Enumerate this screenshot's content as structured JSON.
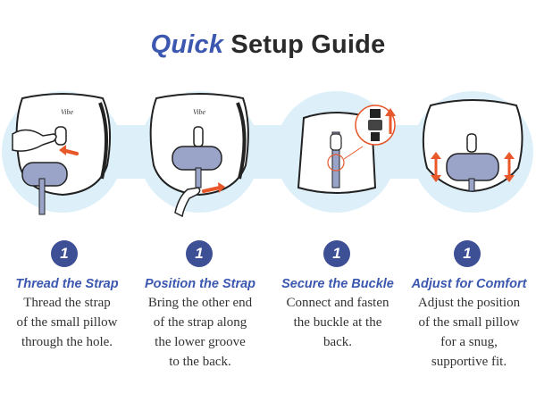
{
  "title": {
    "word1": "Quick",
    "word2": "Setup Guide"
  },
  "steps": [
    {
      "number": "1",
      "heading": "Thread the Strap",
      "lines": [
        "Thread the strap",
        "of the small pillow",
        "through the hole."
      ]
    },
    {
      "number": "1",
      "heading": "Position the Strap",
      "lines": [
        "Bring the other end",
        "of the strap along",
        "the lower groove",
        "to the back."
      ]
    },
    {
      "number": "1",
      "heading": "Secure the Buckle",
      "lines": [
        "Connect and fasten",
        "the buckle at the",
        "back."
      ]
    },
    {
      "number": "1",
      "heading": "Adjust for Comfort",
      "lines": [
        "Adjust the position",
        "of the small pillow",
        "for a snug,",
        "supportive fit."
      ]
    }
  ],
  "colors": {
    "accent": "#3b57b0",
    "badge": "#3d4f95",
    "circle_bg": "#ddf0fa",
    "pillow_strap": "#9aa3c8",
    "arrow": "#e8582a"
  },
  "icons": [
    "hand-icon",
    "buckle-icon",
    "up-arrow-icon",
    "double-arrow-icon"
  ]
}
